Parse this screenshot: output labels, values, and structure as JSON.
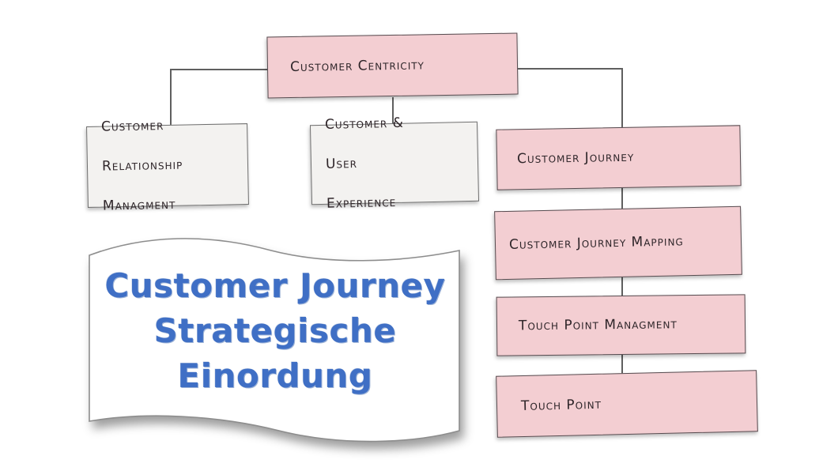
{
  "diagram": {
    "title": "Customer Journey Strategische Einordung",
    "nodes": [
      {
        "id": "customer-centricity",
        "label": "Customer Centricity",
        "variant": "pink"
      },
      {
        "id": "customer-relationship-managment",
        "label": "Customer Relationship Managment",
        "lines": [
          "Customer",
          "Relationship",
          "Managment"
        ],
        "variant": "white"
      },
      {
        "id": "customer-user-experience",
        "label": "Customer & User Experience",
        "lines": [
          "Customer &",
          "User",
          "Experience"
        ],
        "variant": "white"
      },
      {
        "id": "customer-journey",
        "label": "Customer Journey",
        "variant": "pink"
      },
      {
        "id": "customer-journey-mapping",
        "label": "Customer Journey Mapping",
        "variant": "pink"
      },
      {
        "id": "touch-point-managment",
        "label": "Touch Point Managment",
        "variant": "pink"
      },
      {
        "id": "touch-point",
        "label": "Touch Point",
        "variant": "pink"
      }
    ],
    "edges": [
      {
        "from": "customer-centricity",
        "to": "customer-relationship-managment"
      },
      {
        "from": "customer-centricity",
        "to": "customer-user-experience"
      },
      {
        "from": "customer-centricity",
        "to": "customer-journey"
      },
      {
        "from": "customer-journey",
        "to": "customer-journey-mapping"
      },
      {
        "from": "customer-journey-mapping",
        "to": "touch-point-managment"
      },
      {
        "from": "touch-point-managment",
        "to": "touch-point"
      }
    ],
    "banner": {
      "lines": [
        "Customer Journey",
        "Strategische",
        "Einordung"
      ]
    }
  },
  "colors": {
    "pink_fill": "#f3ced2",
    "pink_border": "#564c50",
    "white_fill": "#f3f2f0",
    "white_border": "#6f6f6f",
    "connector": "#5f5f5f",
    "label_text": "#2e2529",
    "banner_text": "#3f6fc5",
    "banner_fill": "#ffffff",
    "banner_border": "#8d8d8d",
    "canvas": "#ffffff"
  }
}
